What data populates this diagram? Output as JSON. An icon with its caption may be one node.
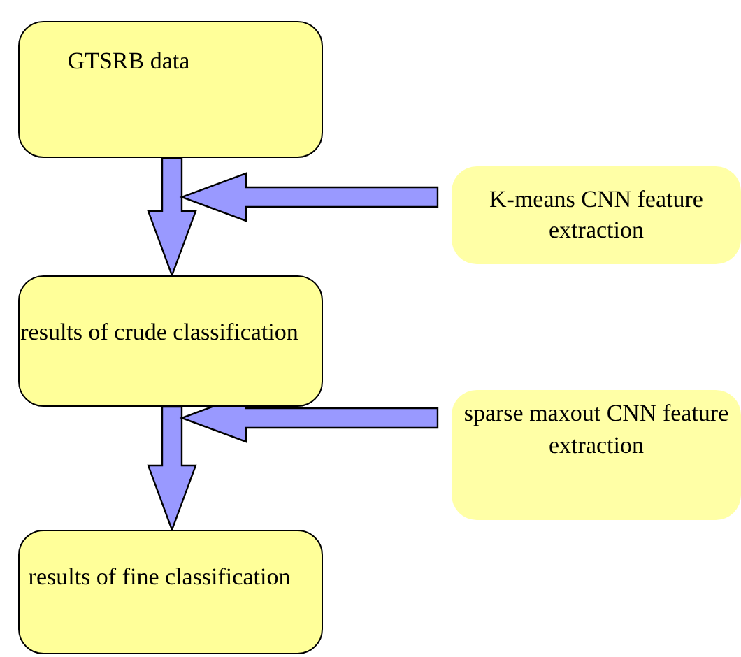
{
  "diagram": {
    "nodes": [
      {
        "text": [
          "GTSRB data"
        ]
      },
      {
        "text": [
          "K-means CNN feature extraction"
        ]
      },
      {
        "text": [
          "results of crude classification"
        ]
      },
      {
        "text": [
          "sparse maxout CNN feature extraction"
        ]
      },
      {
        "text": [
          "results of fine classification"
        ]
      }
    ],
    "edges": [
      {
        "from": 0,
        "to": 2,
        "arrow": "to",
        "style": "thick"
      },
      {
        "from": 1,
        "to": null,
        "arrow": "to",
        "style": "thick"
      },
      {
        "from": 2,
        "to": 4,
        "arrow": "to",
        "style": "thick"
      },
      {
        "from": 3,
        "to": null,
        "arrow": "to",
        "style": "thick"
      }
    ]
  }
}
